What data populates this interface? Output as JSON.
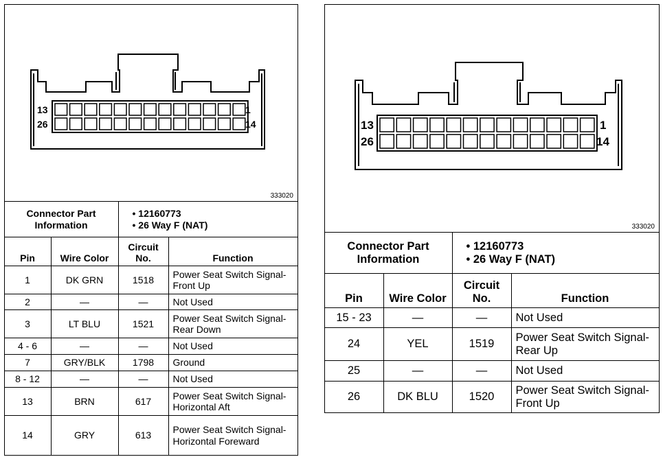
{
  "left": {
    "figure_number": "333020",
    "connector": {
      "pin_label_top_left": "13",
      "pin_label_bottom_left": "26",
      "pin_label_top_right": "1",
      "pin_label_bottom_right": "14"
    },
    "info_label": "Connector Part Information",
    "info_items": [
      "12160773",
      "26 Way F (NAT)"
    ],
    "headers": {
      "pin": "Pin",
      "wire_color": "Wire Color",
      "circuit": "Circuit No.",
      "function": "Function"
    },
    "rows": [
      {
        "pin": "1",
        "wire": "DK GRN",
        "circuit": "1518",
        "function": "Power Seat Switch Signal-Front Up"
      },
      {
        "pin": "2",
        "wire": "—",
        "circuit": "—",
        "function": "Not Used"
      },
      {
        "pin": "3",
        "wire": "LT BLU",
        "circuit": "1521",
        "function": "Power Seat Switch Signal-Rear Down"
      },
      {
        "pin": "4 - 6",
        "wire": "—",
        "circuit": "—",
        "function": "Not Used"
      },
      {
        "pin": "7",
        "wire": "GRY/BLK",
        "circuit": "1798",
        "function": "Ground"
      },
      {
        "pin": "8 - 12",
        "wire": "—",
        "circuit": "—",
        "function": "Not Used"
      },
      {
        "pin": "13",
        "wire": "BRN",
        "circuit": "617",
        "function": "Power Seat Switch Signal-Horizontal Aft"
      },
      {
        "pin": "14",
        "wire": "GRY",
        "circuit": "613",
        "function": "Power Seat Switch Signal-Horizontal Foreward"
      }
    ]
  },
  "right": {
    "figure_number": "333020",
    "connector": {
      "pin_label_top_left": "13",
      "pin_label_bottom_left": "26",
      "pin_label_top_right": "1",
      "pin_label_bottom_right": "14"
    },
    "info_label": "Connector Part Information",
    "info_items": [
      "12160773",
      "26 Way F (NAT)"
    ],
    "headers": {
      "pin": "Pin",
      "wire_color": "Wire Color",
      "circuit": "Circuit No.",
      "function": "Function"
    },
    "rows": [
      {
        "pin": "15 - 23",
        "wire": "—",
        "circuit": "—",
        "function": "Not Used"
      },
      {
        "pin": "24",
        "wire": "YEL",
        "circuit": "1519",
        "function": "Power Seat Switch Signal-Rear Up"
      },
      {
        "pin": "25",
        "wire": "—",
        "circuit": "—",
        "function": "Not Used"
      },
      {
        "pin": "26",
        "wire": "DK BLU",
        "circuit": "1520",
        "function": "Power Seat Switch Signal-Front Up"
      }
    ]
  }
}
